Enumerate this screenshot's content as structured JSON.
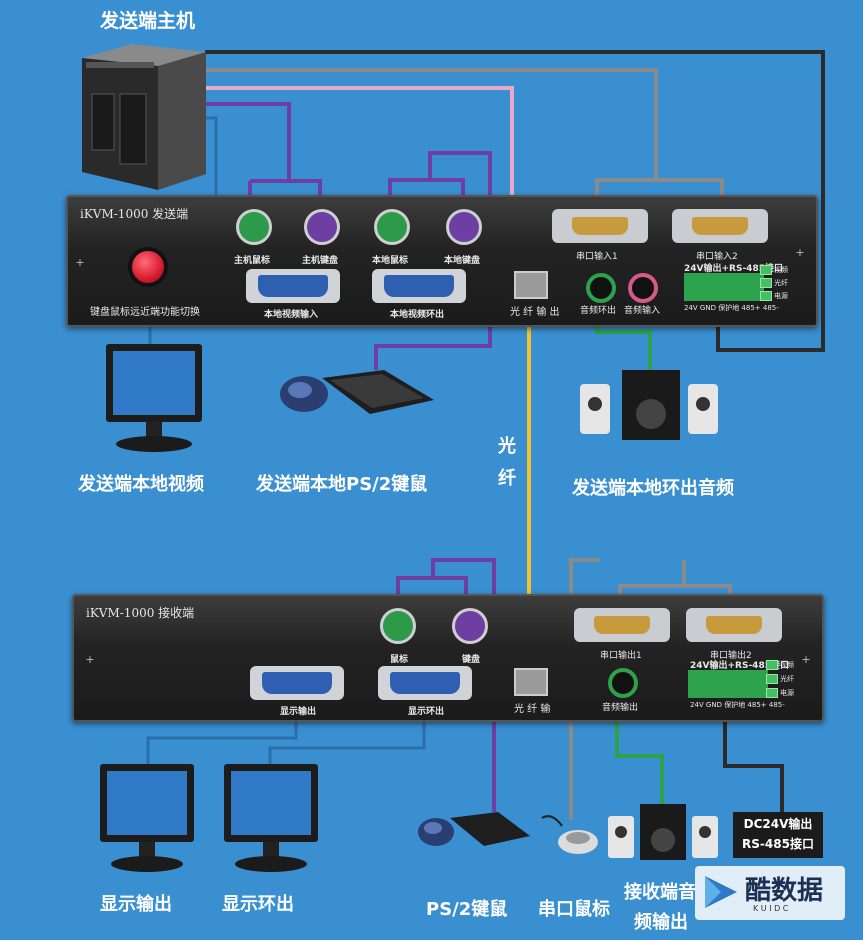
{
  "colors": {
    "background": "#3a8fd0",
    "fiber": "#f2c230",
    "ps2_purple": "#6d3fa3",
    "ps2_green": "#2d9a4a",
    "audio_pink": "#e7a9c8",
    "serial_gray": "#8a8a8a",
    "cable_dark": "#2b2b2b",
    "video_blue": "#2c6fa8"
  },
  "top_title": "发送端主机",
  "sender": {
    "model": "iKVM-1000 发送端",
    "ports": {
      "host_mouse": "主机鼠标",
      "host_keyboard": "主机键盘",
      "local_mouse": "本地鼠标",
      "local_keyboard": "本地键盘",
      "local_video_in": "本地视频输入",
      "local_video_loop": "本地视频环出",
      "fiber_out": "光 纤 输 出",
      "audio_loop": "音频环出",
      "audio_in": "音频输入",
      "serial_in_1": "串口输入1",
      "serial_in_2": "串口输入2",
      "power_rs485": "24V输出+RS-485接口",
      "terminal_pins": "24V GND 保护地 485+ 485-",
      "led_video": "视频",
      "led_fiber": "光纤",
      "led_power": "电源"
    },
    "switch_label": "键盘鼠标远近端功能切换"
  },
  "receiver": {
    "model": "iKVM-1000 接收端",
    "ports": {
      "mouse": "鼠标",
      "keyboard": "键盘",
      "display_out": "显示输出",
      "display_loop": "显示环出",
      "fiber_in": "光 纤 输",
      "audio_out": "音频输出",
      "serial_out_1": "串口输出1",
      "serial_out_2": "串口输出2",
      "power_rs485": "24V输出+RS-485接口",
      "terminal_pins": "24V GND 保护地 485+ 485-",
      "led_video": "视频",
      "led_fiber": "光纤",
      "led_power": "电源"
    }
  },
  "fiber_label_1": "光",
  "fiber_label_2": "纤",
  "captions": {
    "sender_local_video": "发送端本地视频",
    "sender_local_ps2": "发送端本地PS/2键鼠",
    "sender_local_audio": "发送端本地环出音频",
    "display_out": "显示输出",
    "display_loop": "显示环出",
    "ps2": "PS/2键鼠",
    "serial_mouse": "串口鼠标",
    "receiver_audio_line1": "接收端音",
    "receiver_audio_line2": "频输出"
  },
  "dc_box": {
    "line1": "DC24V输出",
    "line2": "RS-485接口"
  },
  "watermark": {
    "name": "酷数据",
    "sub": "K U I D C"
  }
}
